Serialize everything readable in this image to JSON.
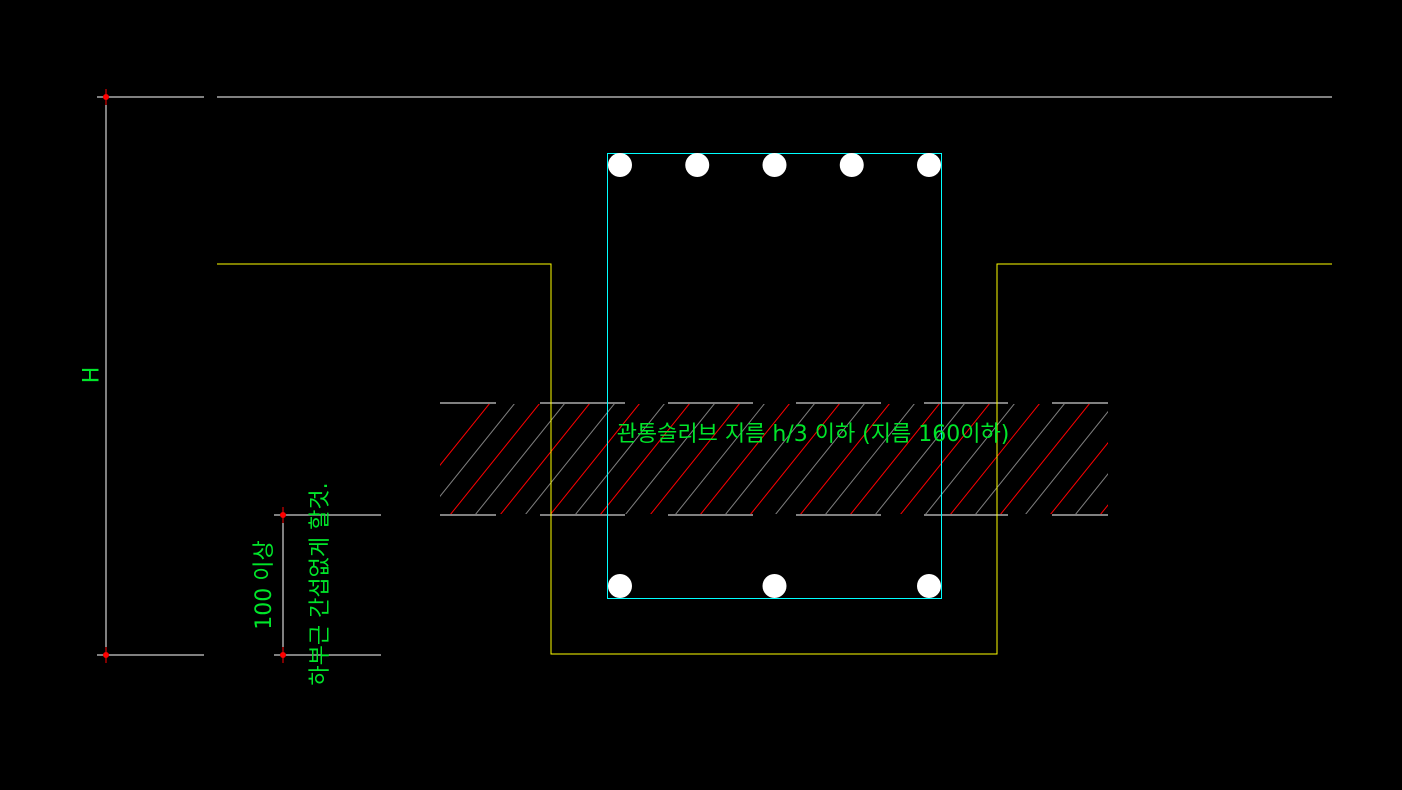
{
  "labels": {
    "height_dim": "H",
    "sleeve_note": "관통슬리브 지름 h/3 이하 (지름 160이하)",
    "clearance": "100 이상",
    "rebar_note": "하부근 간섭없게 할것."
  },
  "colors": {
    "background": "#000000",
    "text": "#00e62a",
    "slab": "#ffff00",
    "stirrup": "#00ffff",
    "hatch_primary": "#ff0000",
    "hatch_secondary": "#808080",
    "dimension": "#ffffff",
    "dimension_marker": "#ff0000"
  },
  "rebar": {
    "top_count": 5,
    "bottom_count": 3
  }
}
